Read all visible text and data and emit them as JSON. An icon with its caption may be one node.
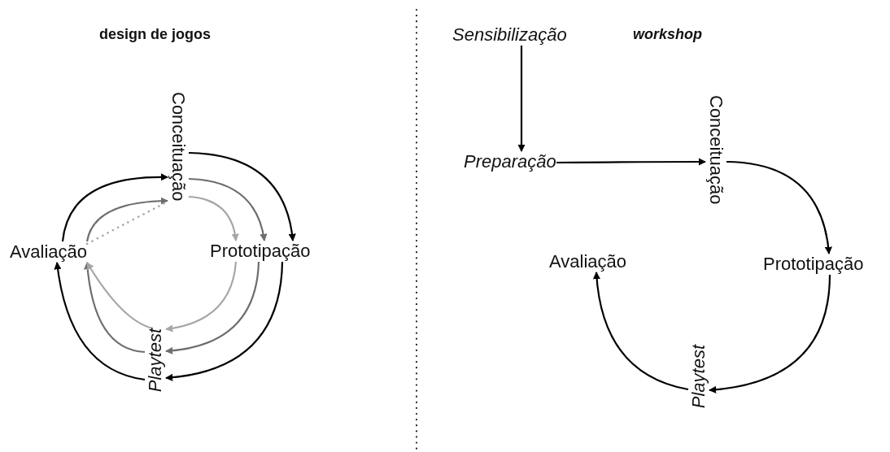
{
  "diagram": {
    "nodes": [
      {
        "text": [
          "Conceituação"
        ]
      },
      {
        "text": [
          "Prototipação"
        ]
      },
      {
        "text": [
          "Playtest"
        ]
      },
      {
        "text": [
          "Avaliação"
        ]
      },
      {
        "text": [
          "Sensibilização"
        ]
      },
      {
        "text": [
          "Preparação"
        ]
      },
      {
        "text": [
          "Conceituação"
        ]
      },
      {
        "text": [
          "Prototipação"
        ]
      },
      {
        "text": [
          "Playtest"
        ]
      },
      {
        "text": [
          "Avaliação"
        ]
      }
    ],
    "edges": [
      {
        "from": 0,
        "to": 1,
        "arrow": "to"
      },
      {
        "from": 0,
        "to": 1,
        "arrow": "to",
        "color": "#6e6e6e"
      },
      {
        "from": 0,
        "to": 1,
        "arrow": "to",
        "color": "#a6a6a6"
      },
      {
        "from": 1,
        "to": 2,
        "arrow": "to"
      },
      {
        "from": 1,
        "to": 2,
        "arrow": "to",
        "color": "#6e6e6e"
      },
      {
        "from": 1,
        "to": 2,
        "arrow": "to",
        "color": "#a6a6a6"
      },
      {
        "from": 2,
        "to": 3,
        "arrow": "to"
      },
      {
        "from": 2,
        "to": 3,
        "arrow": "to",
        "color": "#6e6e6e"
      },
      {
        "from": 2,
        "to": 3,
        "arrow": "to",
        "color": "#a6a6a6"
      },
      {
        "from": 3,
        "to": 0,
        "arrow": "to"
      },
      {
        "from": 3,
        "to": 0,
        "arrow": "to",
        "color": "#6e6e6e"
      },
      {
        "from": 3,
        "to": 0,
        "arrow": "none",
        "style": "dashed",
        "color": "#a6a6a6"
      },
      {
        "from": 4,
        "to": 5,
        "arrow": "to"
      },
      {
        "from": 5,
        "to": 6,
        "arrow": "to"
      },
      {
        "from": 6,
        "to": 7,
        "arrow": "to"
      },
      {
        "from": 7,
        "to": 8,
        "arrow": "to"
      },
      {
        "from": 8,
        "to": 9,
        "arrow": "to"
      }
    ],
    "labels": [
      "design de jogos",
      "workshop"
    ]
  }
}
